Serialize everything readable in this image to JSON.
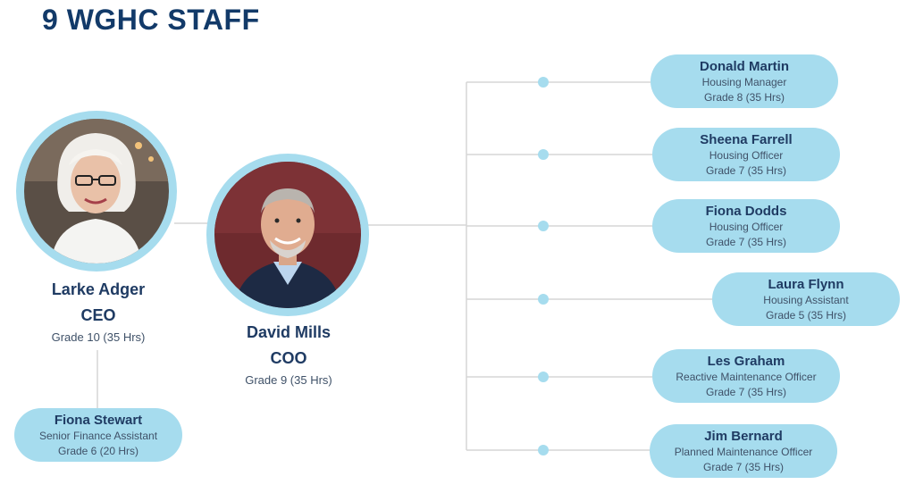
{
  "page": {
    "title": "9 WGHC STAFF"
  },
  "colors": {
    "accent": "#a6dcee",
    "title": "#123a69",
    "text": "#1f3b63",
    "line": "#d6d6d6"
  },
  "ceo": {
    "name": "Larke Adger",
    "role": "CEO",
    "grade": "Grade 10  (35 Hrs)"
  },
  "coo": {
    "name": "David Mills",
    "role": "COO",
    "grade": "Grade 9  (35 Hrs)"
  },
  "finance": {
    "name": "Fiona Stewart",
    "role": "Senior Finance Assistant",
    "grade": "Grade 6  (20 Hrs)"
  },
  "staff": [
    {
      "name": "Donald Martin",
      "role": "Housing Manager",
      "grade": "Grade 8  (35 Hrs)"
    },
    {
      "name": "Sheena Farrell",
      "role": "Housing Officer",
      "grade": "Grade 7  (35 Hrs)"
    },
    {
      "name": "Fiona Dodds",
      "role": "Housing Officer",
      "grade": "Grade 7  (35 Hrs)"
    },
    {
      "name": "Laura Flynn",
      "role": "Housing Assistant",
      "grade": "Grade 5  (35 Hrs)"
    },
    {
      "name": "Les Graham",
      "role": "Reactive Maintenance Officer",
      "grade": "Grade 7  (35 Hrs)"
    },
    {
      "name": "Jim Bernard",
      "role": "Planned Maintenance Officer",
      "grade": "Grade 7  (35 Hrs)"
    }
  ]
}
